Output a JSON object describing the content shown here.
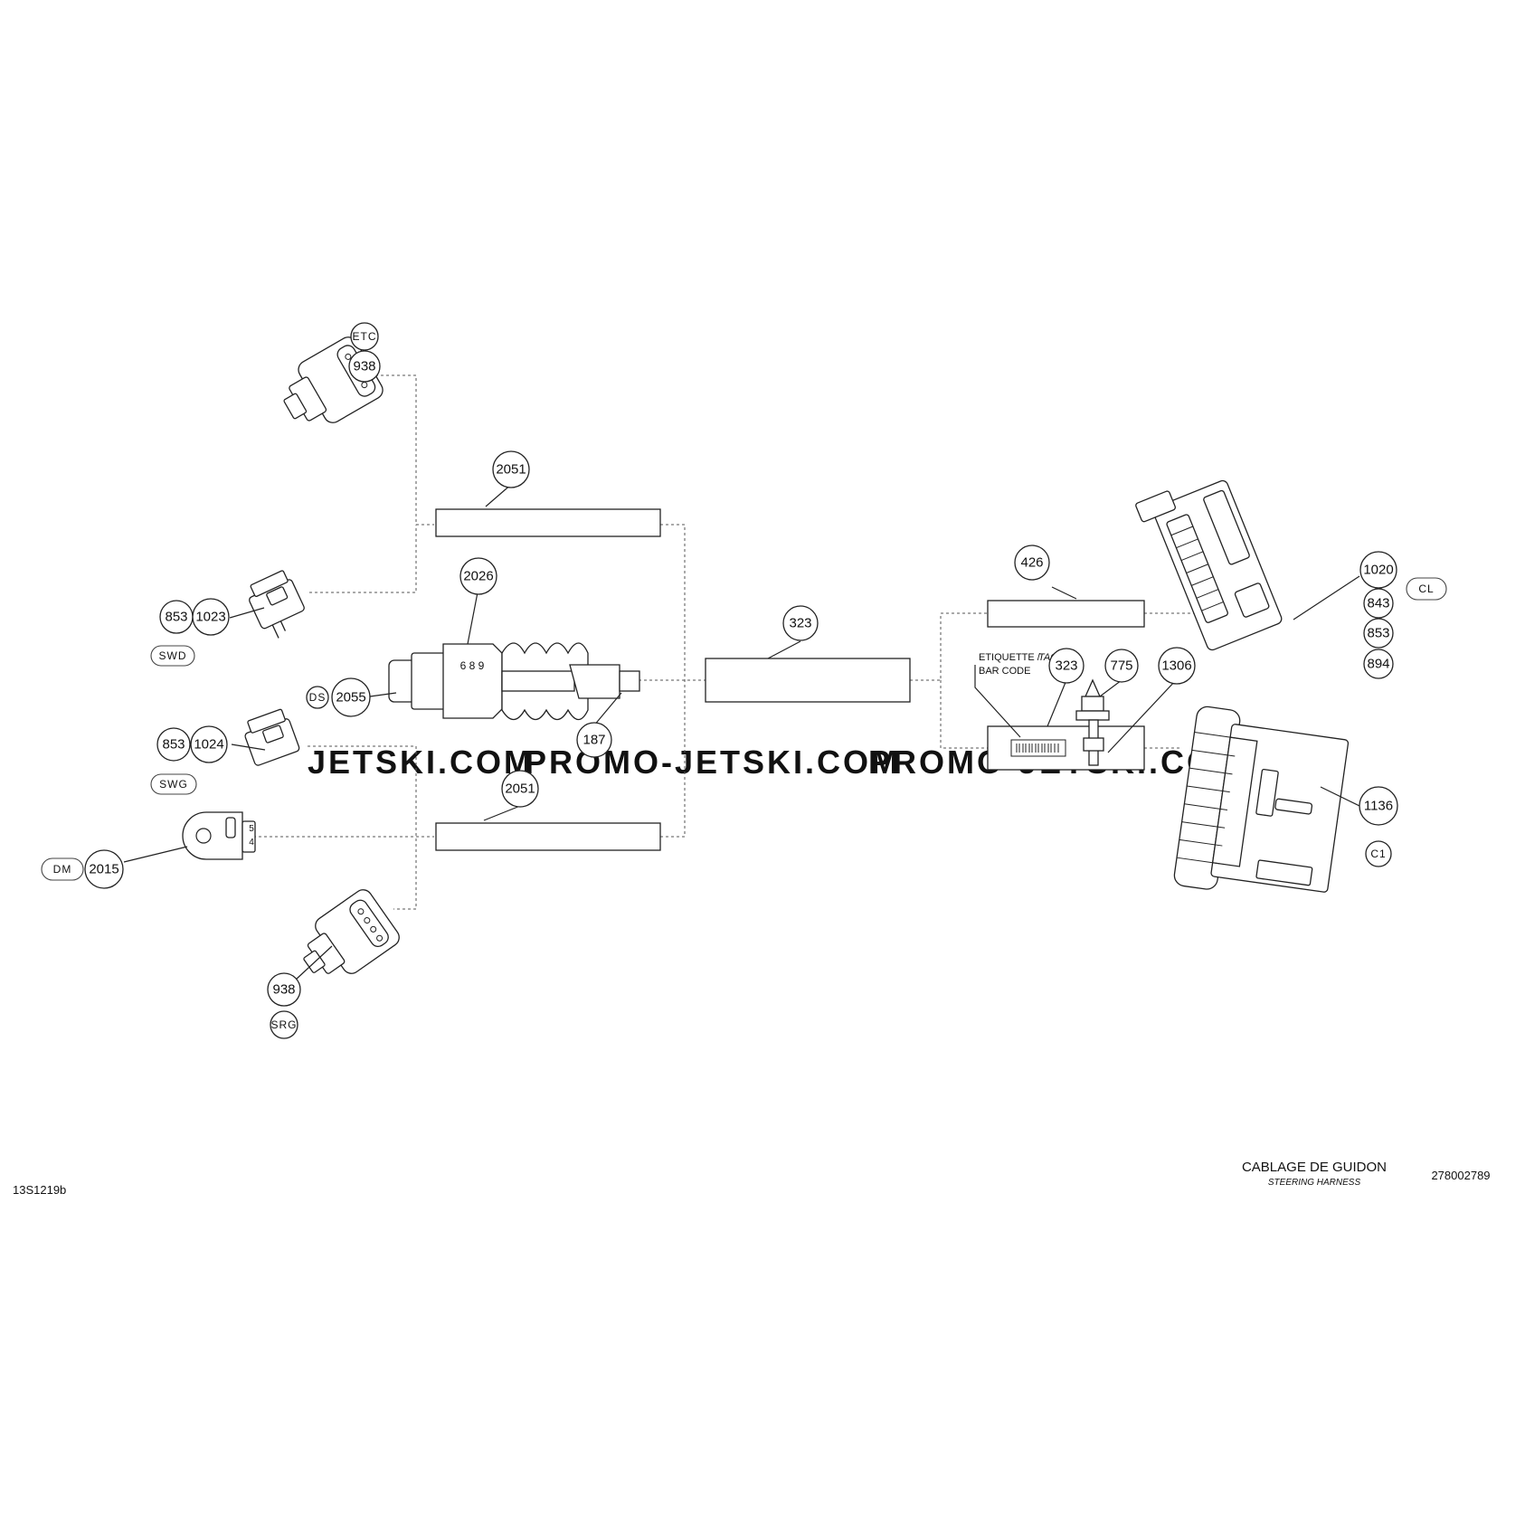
{
  "callouts": {
    "etc_938": "938",
    "etc_tag": "ETC",
    "box_2051_top": "2051",
    "swd_853": "853",
    "swd_1023": "1023",
    "swd_tag": "SWD",
    "sensor_2026": "2026",
    "ds_tag": "DS",
    "ds_2055": "2055",
    "sensor_187": "187",
    "sensor_digits": "6 8 9",
    "swg_853": "853",
    "swg_1024": "1024",
    "swg_tag": "SWG",
    "box_2051_bottom": "2051",
    "dm_tag": "DM",
    "dm_2015": "2015",
    "srg_938": "938",
    "srg_tag": "SRG",
    "main_323": "323",
    "box_426": "426",
    "label_323": "323",
    "clip_775": "775",
    "clip_1306": "1306",
    "cl_1020": "1020",
    "cl_843": "843",
    "cl_853": "853",
    "cl_894": "894",
    "cl_tag": "CL",
    "c1_1136": "1136",
    "c1_tag": "C1"
  },
  "labels": {
    "etiquette": "ETIQUETTE /",
    "tag": "TAG",
    "bar_code": "BAR CODE"
  },
  "footer": {
    "drawing_ref": "13S1219b",
    "title_fr": "CABLAGE DE GUIDON",
    "title_en": "STEERING HARNESS",
    "part_number": "278002789"
  },
  "watermark": {
    "text_1": "JETSKI.COM",
    "text_2": "PROMO-JETSKI.COM",
    "text_3": "PROMO-JETSKI.COM"
  }
}
